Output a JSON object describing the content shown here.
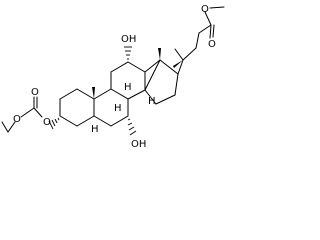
{
  "molecule": {
    "atom_labels": {
      "methyl_ester_o": "O",
      "carbonyl_o_top": "O",
      "oh_12": "OH",
      "h_9": "H",
      "h_14": "H",
      "h_8": "H",
      "oh_7": "OH",
      "o_carbonate_1": "O",
      "o_carbonate_2": "O",
      "o_carbonate_3": "O",
      "h_5": "H"
    }
  }
}
